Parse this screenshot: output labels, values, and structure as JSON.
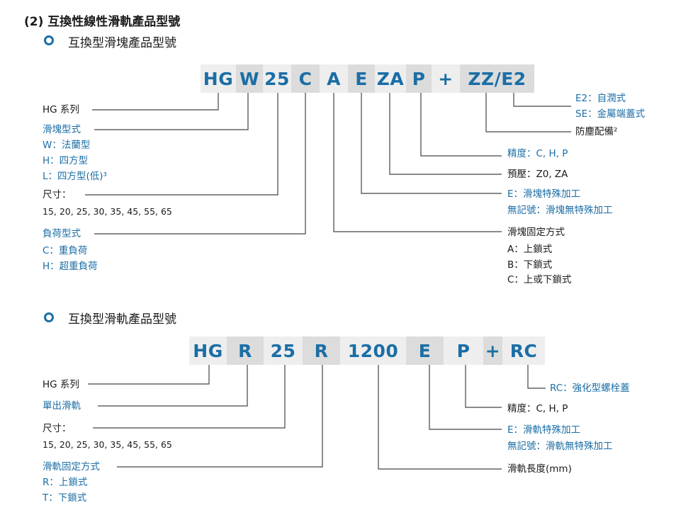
{
  "heading": "(2) 互換性線性滑軌產品型號",
  "block_section": {
    "title": "互換型滑塊產品型號",
    "code": [
      "HG",
      "W",
      "25",
      "C",
      "A",
      "E",
      "ZA",
      "P",
      "+",
      "ZZ/E2"
    ],
    "left_labels": {
      "series": "HG 系列",
      "block_type": "滑塊型式",
      "block_w": "W：法蘭型",
      "block_h": "H：四方型",
      "block_l": "L：四方型(低)³",
      "size": "尺寸：",
      "size_values": "15, 20, 25, 30, 35, 45, 55, 65",
      "load": "負荷型式",
      "load_c": "C：重負荷",
      "load_h": "H：超重負荷"
    },
    "right_labels": {
      "e2": "E2：自潤式",
      "se": "SE：金屬端蓋式",
      "dust": "防塵配備²",
      "precision": "精度：C, H, P",
      "preload": "預壓：Z0, ZA",
      "e_special": "E：滑塊特殊加工",
      "no_mark": "無記號：滑塊無特殊加工",
      "fix": "滑塊固定方式",
      "fix_a": "A：上鎖式",
      "fix_b": "B：下鎖式",
      "fix_c": "C：上或下鎖式"
    }
  },
  "rail_section": {
    "title": "互換型滑軌產品型號",
    "code": [
      "HG",
      "R",
      "25",
      "R",
      "1200",
      "E",
      "P",
      "+",
      "RC"
    ],
    "left_labels": {
      "series": "HG 系列",
      "single_rail": "單出滑軌",
      "size": "尺寸：",
      "size_values": "15, 20, 25, 30, 35, 45, 55, 65",
      "fix": "滑軌固定方式",
      "fix_r": "R：上鎖式",
      "fix_t": "T：下鎖式"
    },
    "right_labels": {
      "rc": "RC：強化型螺栓蓋",
      "precision": "精度：C, H, P",
      "e_special": "E：滑軌特殊加工",
      "no_mark": "無記號：滑軌無特殊加工",
      "length": "滑軌長度(mm)"
    }
  }
}
